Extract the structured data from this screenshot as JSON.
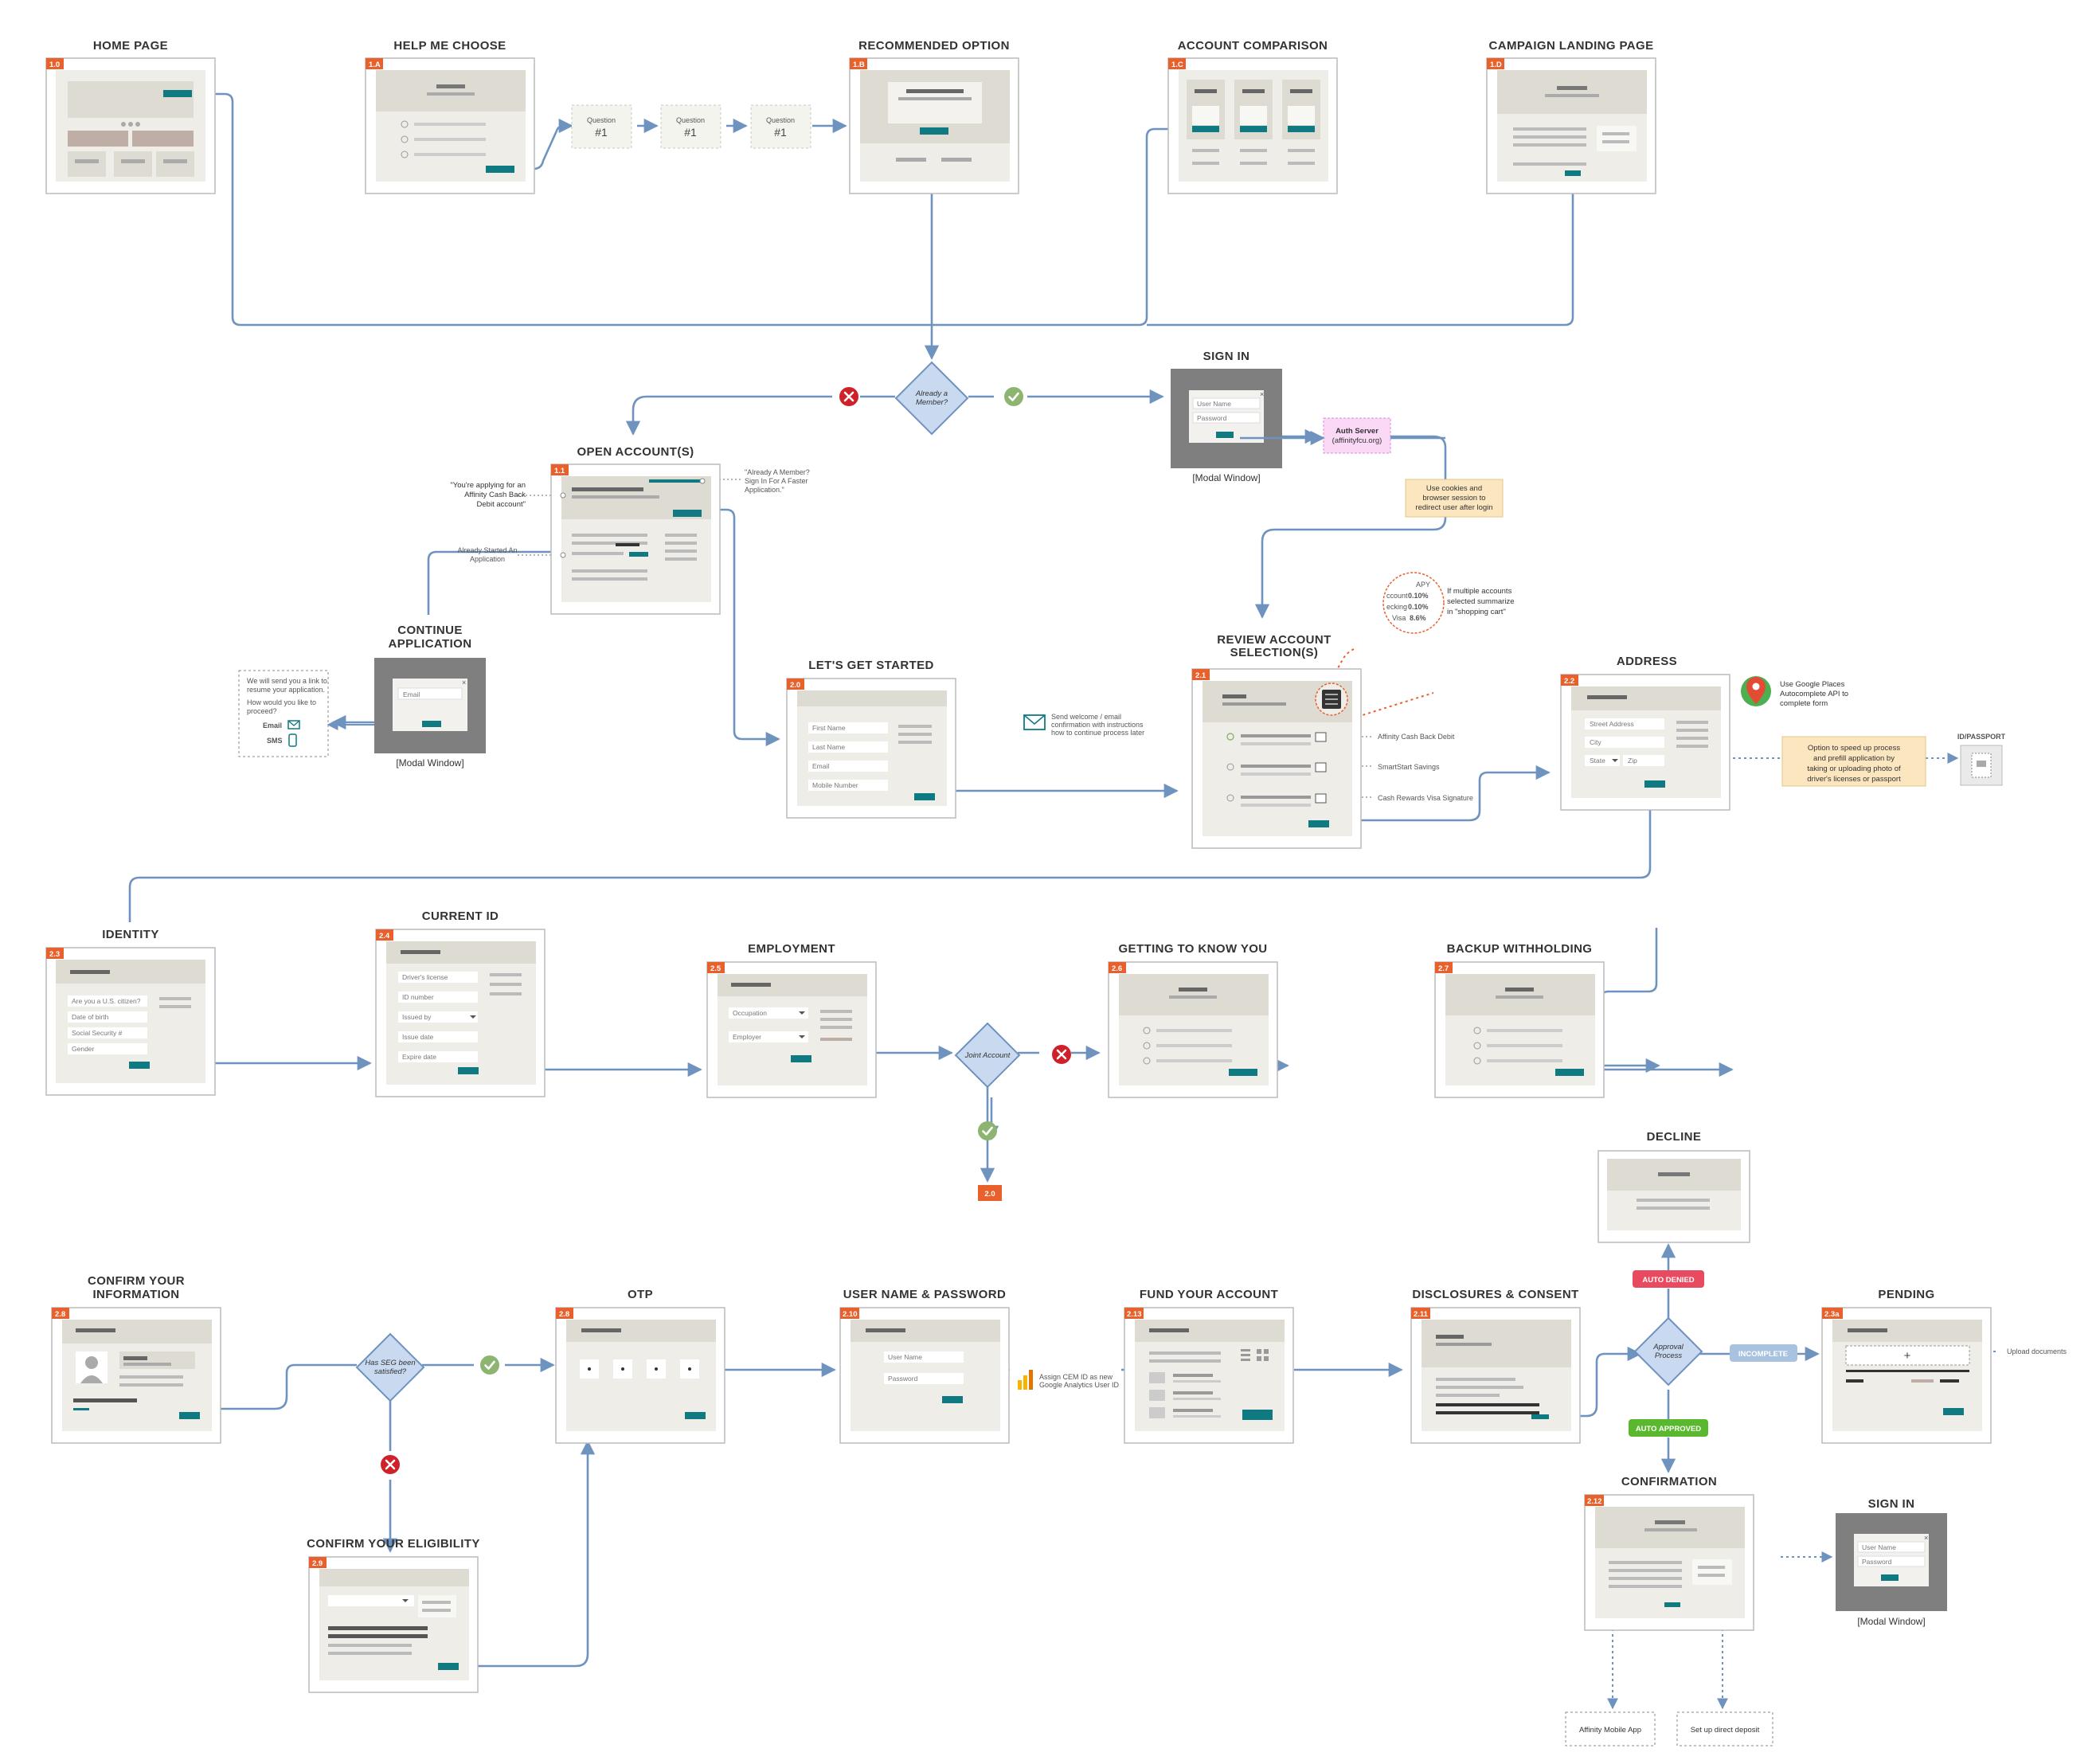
{
  "screens": {
    "home": {
      "title": "HOME PAGE",
      "num": "1.0"
    },
    "help": {
      "title": "HELP ME CHOOSE",
      "num": "1.A"
    },
    "recommended": {
      "title": "RECOMMENDED OPTION",
      "num": "1.B"
    },
    "comparison": {
      "title": "ACCOUNT COMPARISON",
      "num": "1.C"
    },
    "campaign": {
      "title": "CAMPAIGN LANDING PAGE",
      "num": "1.D"
    },
    "signin": {
      "title": "SIGN IN",
      "caption": "[Modal Window]",
      "user": "User Name",
      "pass": "Password"
    },
    "open": {
      "title": "OPEN ACCOUNT(S)",
      "num": "1.1"
    },
    "continue": {
      "title1": "CONTINUE",
      "title2": "APPLICATION",
      "caption": "[Modal Window]",
      "email": "Email"
    },
    "started": {
      "title": "LET'S GET STARTED",
      "num": "2.0",
      "f1": "First Name",
      "f2": "Last Name",
      "f3": "Email",
      "f4": "Mobile Number"
    },
    "review": {
      "title1": "REVIEW ACCOUNT",
      "title2": "SELECTION(S)",
      "num": "2.1"
    },
    "address": {
      "title": "ADDRESS",
      "num": "2.2",
      "f1": "Street Address",
      "f2": "City",
      "f3": "State",
      "f4": "Zip"
    },
    "identity": {
      "title": "IDENTITY",
      "num": "2.3",
      "f1": "Are you a U.S. citizen?",
      "f2": "Date of birth",
      "f3": "Social Security #",
      "f4": "Gender"
    },
    "currentid": {
      "title": "CURRENT ID",
      "num": "2.4",
      "f1": "Driver's license",
      "f2": "ID number",
      "f3": "Issued by",
      "f4": "Issue date",
      "f5": "Expire date"
    },
    "employment": {
      "title": "EMPLOYMENT",
      "num": "2.5",
      "f1": "Occupation",
      "f2": "Employer"
    },
    "knowyou": {
      "title": "GETTING TO KNOW YOU",
      "num": "2.6"
    },
    "backup": {
      "title": "BACKUP WITHHOLDING",
      "num": "2.7"
    },
    "decline": {
      "title": "DECLINE"
    },
    "confirminfo": {
      "title1": "CONFIRM YOUR",
      "title2": "INFORMATION",
      "num": "2.8"
    },
    "otp": {
      "title": "OTP",
      "num": "2.8"
    },
    "userpass": {
      "title": "USER NAME & PASSWORD",
      "num": "2.10",
      "user": "User Name",
      "pass": "Password"
    },
    "fund": {
      "title": "FUND YOUR ACCOUNT",
      "num": "2.13"
    },
    "disclosures": {
      "title": "DISCLOSURES & CONSENT",
      "num": "2.11"
    },
    "pending": {
      "title": "PENDING",
      "num": "2.3a"
    },
    "confirmation": {
      "title": "CONFIRMATION",
      "num": "2.12"
    },
    "signin2": {
      "title": "SIGN IN",
      "caption": "[Modal Window]",
      "user": "User Name",
      "pass": "Password"
    },
    "eligibility": {
      "title": "CONFIRM YOUR ELIGIBILITY",
      "num": "2.9"
    },
    "idpassport": {
      "title": "ID/PASSPORT"
    }
  },
  "questions": [
    {
      "label": "Question",
      "num": "#1"
    },
    {
      "label": "Question",
      "num": "#1"
    },
    {
      "label": "Question",
      "num": "#1"
    }
  ],
  "decisions": {
    "member": {
      "line1": "Already a",
      "line2": "Member?"
    },
    "joint": {
      "line1": "Joint Account"
    },
    "seg": {
      "line1": "Has SEG been",
      "line2": "satisfied?"
    },
    "approval": {
      "line1": "Approval",
      "line2": "Process"
    }
  },
  "notes": {
    "auth_line1": "Auth Server",
    "auth_line2": "(affinityfcu.org)",
    "cookies": [
      "Use cookies and",
      "browser session to",
      "redirect user after login"
    ],
    "applying": [
      "\"You're applying for an",
      "Affinity Cash Back",
      "Debit account\""
    ],
    "already_member": [
      "\"Already A Member?",
      "Sign In For A Faster",
      "Application.\""
    ],
    "already_started": [
      "Already Started An",
      "Application"
    ],
    "resume": [
      "We will send you a link to",
      "resume your application.",
      "How would you like to",
      "proceed?"
    ],
    "resume_email": "Email",
    "resume_sms": "SMS",
    "welcome": [
      "Send welcome / email",
      "confirmation with instructions",
      "how to continue process later"
    ],
    "multiple": [
      "If multiple accounts",
      "selected summarize",
      "in \"shopping cart\""
    ],
    "acct1": "Affinity Cash Back Debit",
    "acct2": "SmartStart Savings",
    "acct3": "Cash Rewards Visa Signature",
    "places": [
      "Use Google Places",
      "Autocomplete API to",
      "complete form"
    ],
    "speedup": [
      "Option to speed up process",
      "and prefill application by",
      "taking or uploading photo of",
      "driver's licenses or passport"
    ],
    "ga": [
      "Assign CEM ID as new",
      "Google Analytics User ID"
    ],
    "upload": "Upload documents",
    "mobile_app": "Affinity Mobile App",
    "direct_deposit": "Set up direct deposit",
    "goto": "2.0",
    "cart": [
      {
        "name": "ccount",
        "val": "0.10%"
      },
      {
        "name": "ecking",
        "val": "0.10%"
      },
      {
        "name": "Visa",
        "val": "8.6%"
      }
    ],
    "cart_head": "APY"
  },
  "pills": {
    "denied": "AUTO DENIED",
    "incomplete": "INCOMPLETE",
    "approved": "AUTO APPROVED"
  },
  "colors": {
    "teal": "#0f7a82",
    "orange": "#e8602c",
    "line": "#6f93bf",
    "diamond": "#c9d9f0",
    "red": "#d0202a",
    "green": "#8db571",
    "note": "#fbe6bf",
    "pinkbox": "#fbd9f6",
    "wire": "#dedbd2"
  }
}
